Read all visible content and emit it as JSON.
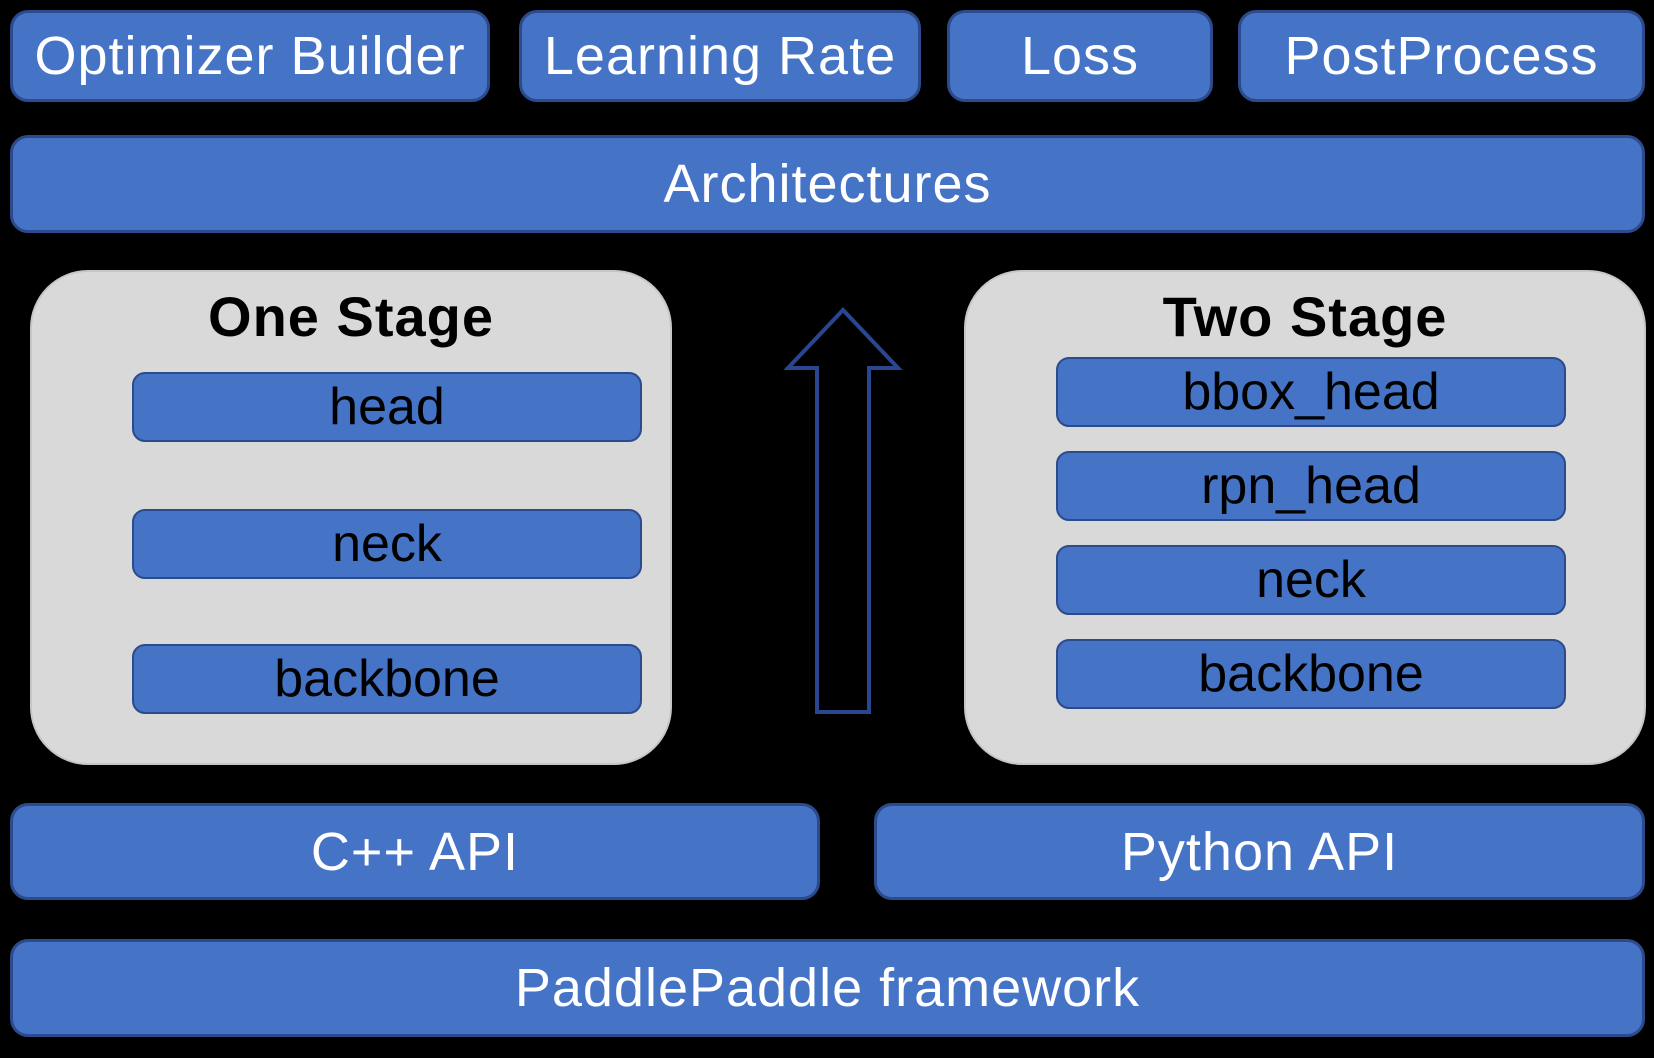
{
  "colors": {
    "background": "#000000",
    "box_fill": "#4573C6",
    "box_border": "#2C4A8C",
    "panel_fill": "#D9D9D9",
    "panel_border": "#C6C6C6",
    "arrow_stroke": "#2B4690",
    "label_text": "#FFFFFF",
    "title_text": "#000000"
  },
  "top_row": [
    {
      "label": "Optimizer Builder"
    },
    {
      "label": "Learning Rate"
    },
    {
      "label": "Loss"
    },
    {
      "label": "PostProcess"
    }
  ],
  "architectures": {
    "label": "Architectures"
  },
  "panels": [
    {
      "title": "One Stage",
      "items": [
        "head",
        "neck",
        "backbone"
      ]
    },
    {
      "title": "Two Stage",
      "items": [
        "bbox_head",
        "rpn_head",
        "neck",
        "backbone"
      ]
    }
  ],
  "arrow": {
    "name": "up-arrow"
  },
  "api_row": [
    {
      "label": "C++ API"
    },
    {
      "label": "Python API"
    }
  ],
  "framework": {
    "label": "PaddlePaddle framework"
  }
}
